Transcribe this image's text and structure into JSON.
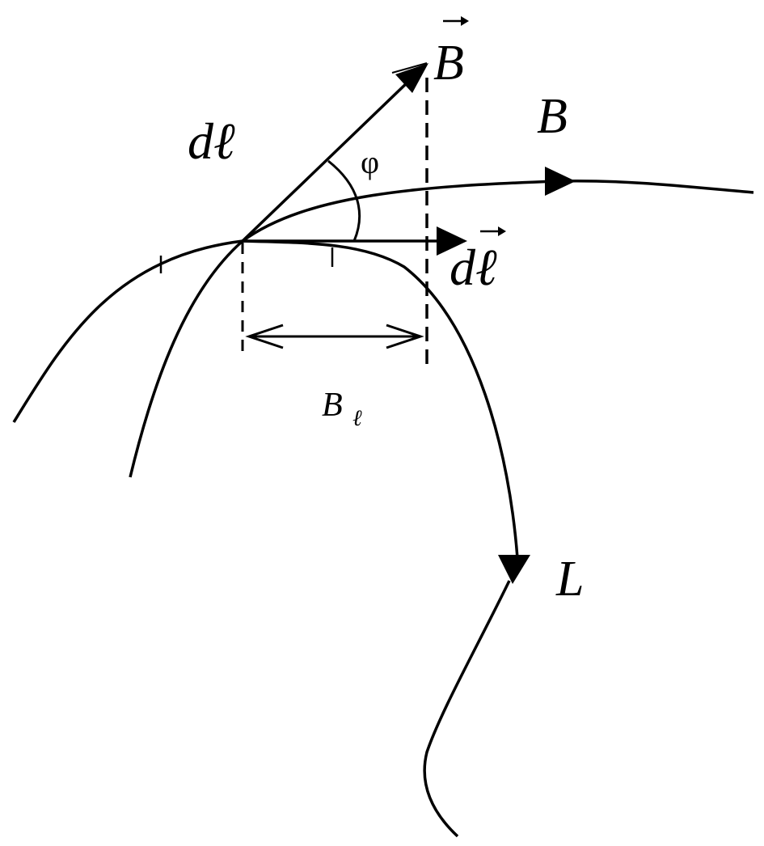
{
  "labels": {
    "vector_b": "B",
    "field_line_b": "B",
    "dl_scalar": "dℓ",
    "dl_vector": "dℓ",
    "angle_phi": "φ",
    "projection_main": "B",
    "projection_sub": "ℓ",
    "contour_l": "L"
  },
  "colors": {
    "ink": "#000000",
    "background": "#ffffff"
  }
}
